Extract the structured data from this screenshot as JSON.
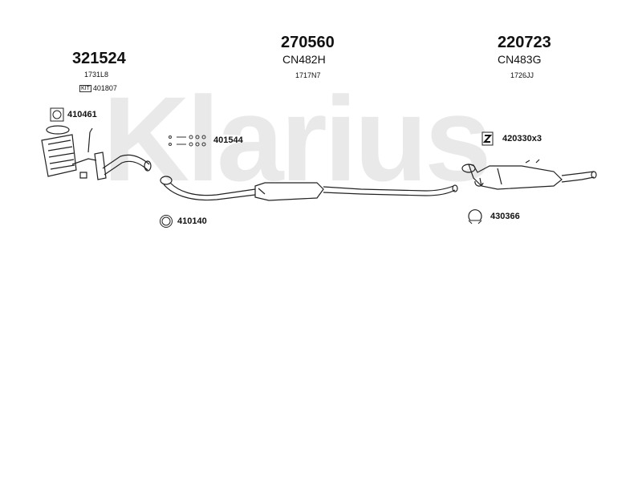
{
  "watermark": "Klarius",
  "assemblies": [
    {
      "number": "321524",
      "code": "",
      "sub": "1731L8",
      "kit": "401807",
      "kit_icon": "kit-box-icon"
    },
    {
      "number": "270560",
      "code": "CN482H",
      "sub": "1717N7"
    },
    {
      "number": "220723",
      "code": "CN483G",
      "sub": "1726JJ"
    }
  ],
  "parts": [
    {
      "label": "410461",
      "icon": "flat-gasket-icon"
    },
    {
      "label": "401544",
      "icon": "bolt-set-icon"
    },
    {
      "label": "410140",
      "icon": "ring-gasket-icon"
    },
    {
      "label": "420330x3",
      "icon": "rubber-mount-icon"
    },
    {
      "label": "430366",
      "icon": "clamp-icon"
    }
  ],
  "colors": {
    "line": "#222222",
    "watermark": "#e9e9e9"
  }
}
